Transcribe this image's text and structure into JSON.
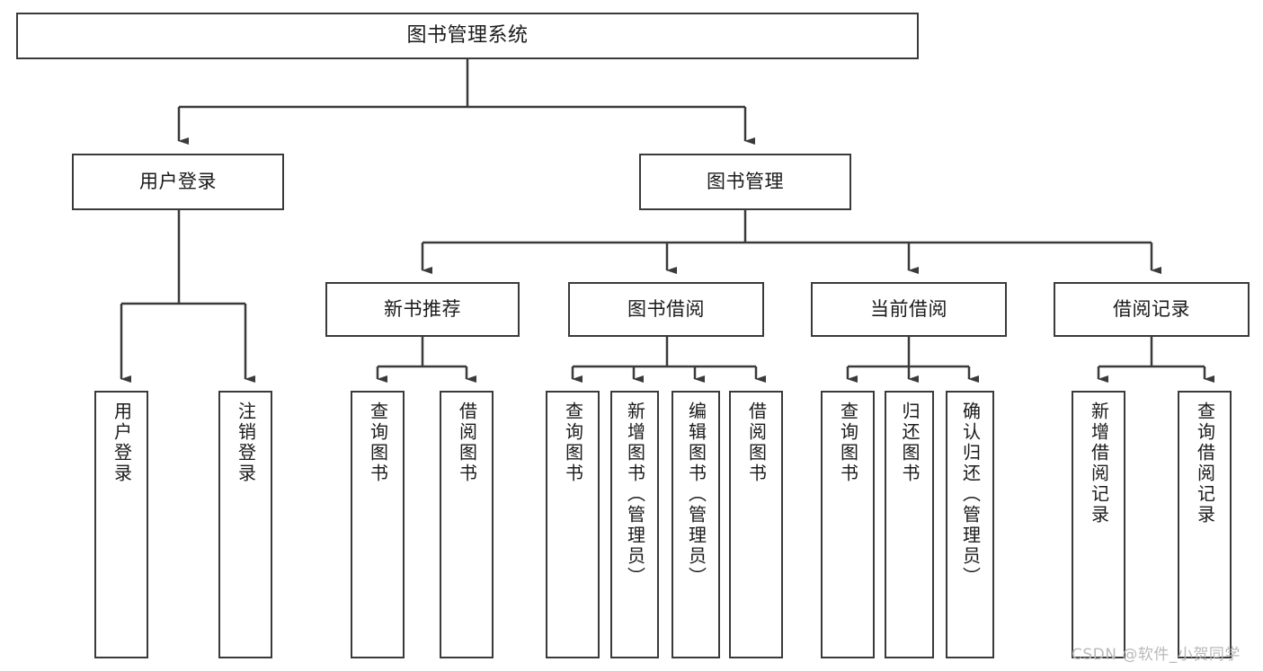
{
  "diagram": {
    "title": "图书管理系统",
    "watermark": "CSDN @软件_小贺同学",
    "stroke_color": "#3a3a3a",
    "background_color": "#ffffff",
    "text_color": "#1a1a1a",
    "watermark_color": "#b9b9b9",
    "nodes": {
      "root": "图书管理系统",
      "level1": [
        "用户登录",
        "图书管理"
      ],
      "level2": [
        "新书推荐",
        "图书借阅",
        "当前借阅",
        "借阅记录"
      ],
      "leaves": {
        "user_login": [
          "用户登录",
          "注销登录"
        ],
        "new_book_recommend": [
          "查询图书",
          "借阅图书"
        ],
        "book_borrow": [
          "查询图书",
          "新增图书（管理员）",
          "编辑图书（管理员）",
          "借阅图书"
        ],
        "current_borrow": [
          "查询图书",
          "归还图书",
          "确认归还（管理员）"
        ],
        "borrow_record": [
          "新增借阅记录",
          "查询借阅记录"
        ]
      }
    }
  }
}
